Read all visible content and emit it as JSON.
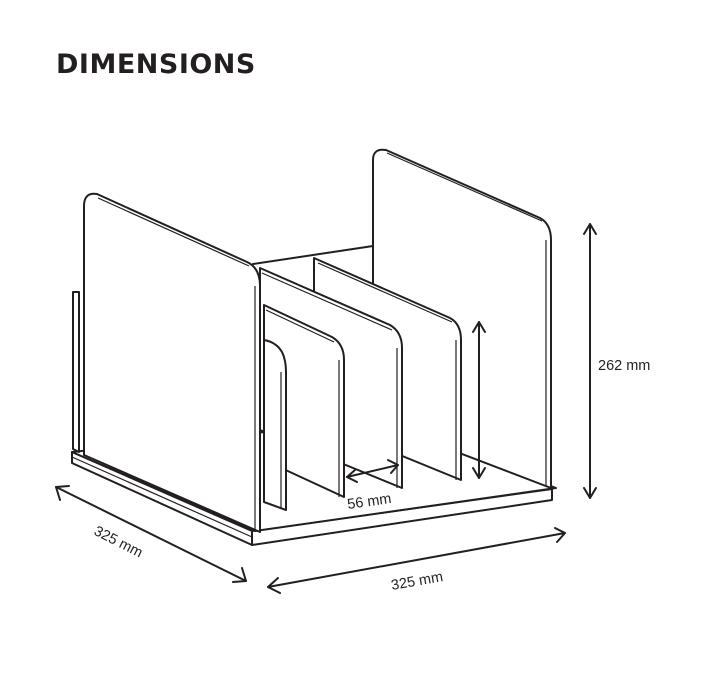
{
  "title": "DIMENSIONS",
  "dimensions": {
    "height_total": "262 mm",
    "divider_gap": "56 mm",
    "depth": "325 mm",
    "width": "325 mm"
  },
  "product": {
    "description": "Desk file organizer with two end panels and three graduated dividers on a flat base",
    "colors": {
      "line": "#231f20",
      "background": "#ffffff"
    }
  }
}
